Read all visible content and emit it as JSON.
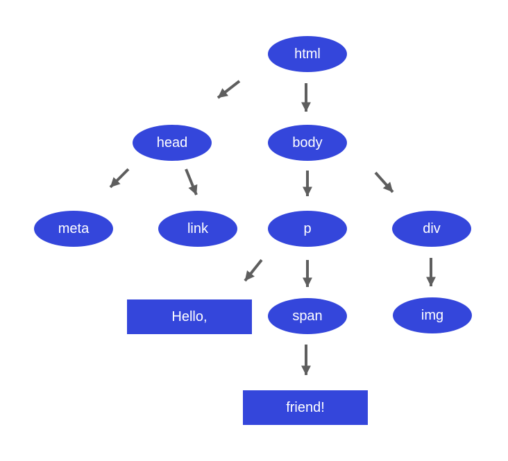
{
  "colors": {
    "node_fill": "#3446db",
    "node_text": "#ffffff",
    "arrow": "#5e5e5e",
    "canvas_bg": "#ffffff"
  },
  "diagram": {
    "description": "DOM tree of an HTML document",
    "nodes": [
      {
        "id": "html",
        "label": "html",
        "shape": "ellipse"
      },
      {
        "id": "head",
        "label": "head",
        "shape": "ellipse"
      },
      {
        "id": "body",
        "label": "body",
        "shape": "ellipse"
      },
      {
        "id": "meta",
        "label": "meta",
        "shape": "ellipse"
      },
      {
        "id": "link",
        "label": "link",
        "shape": "ellipse"
      },
      {
        "id": "p",
        "label": "p",
        "shape": "ellipse"
      },
      {
        "id": "div",
        "label": "div",
        "shape": "ellipse"
      },
      {
        "id": "hello",
        "label": "Hello,",
        "shape": "rectangle"
      },
      {
        "id": "span",
        "label": "span",
        "shape": "ellipse"
      },
      {
        "id": "img",
        "label": "img",
        "shape": "ellipse"
      },
      {
        "id": "friend",
        "label": "friend!",
        "shape": "rectangle"
      }
    ],
    "edges": [
      {
        "from": "html",
        "to": "head"
      },
      {
        "from": "html",
        "to": "body"
      },
      {
        "from": "head",
        "to": "meta"
      },
      {
        "from": "head",
        "to": "link"
      },
      {
        "from": "body",
        "to": "p"
      },
      {
        "from": "body",
        "to": "div"
      },
      {
        "from": "p",
        "to": "hello"
      },
      {
        "from": "p",
        "to": "span"
      },
      {
        "from": "div",
        "to": "img"
      },
      {
        "from": "span",
        "to": "friend"
      }
    ]
  }
}
